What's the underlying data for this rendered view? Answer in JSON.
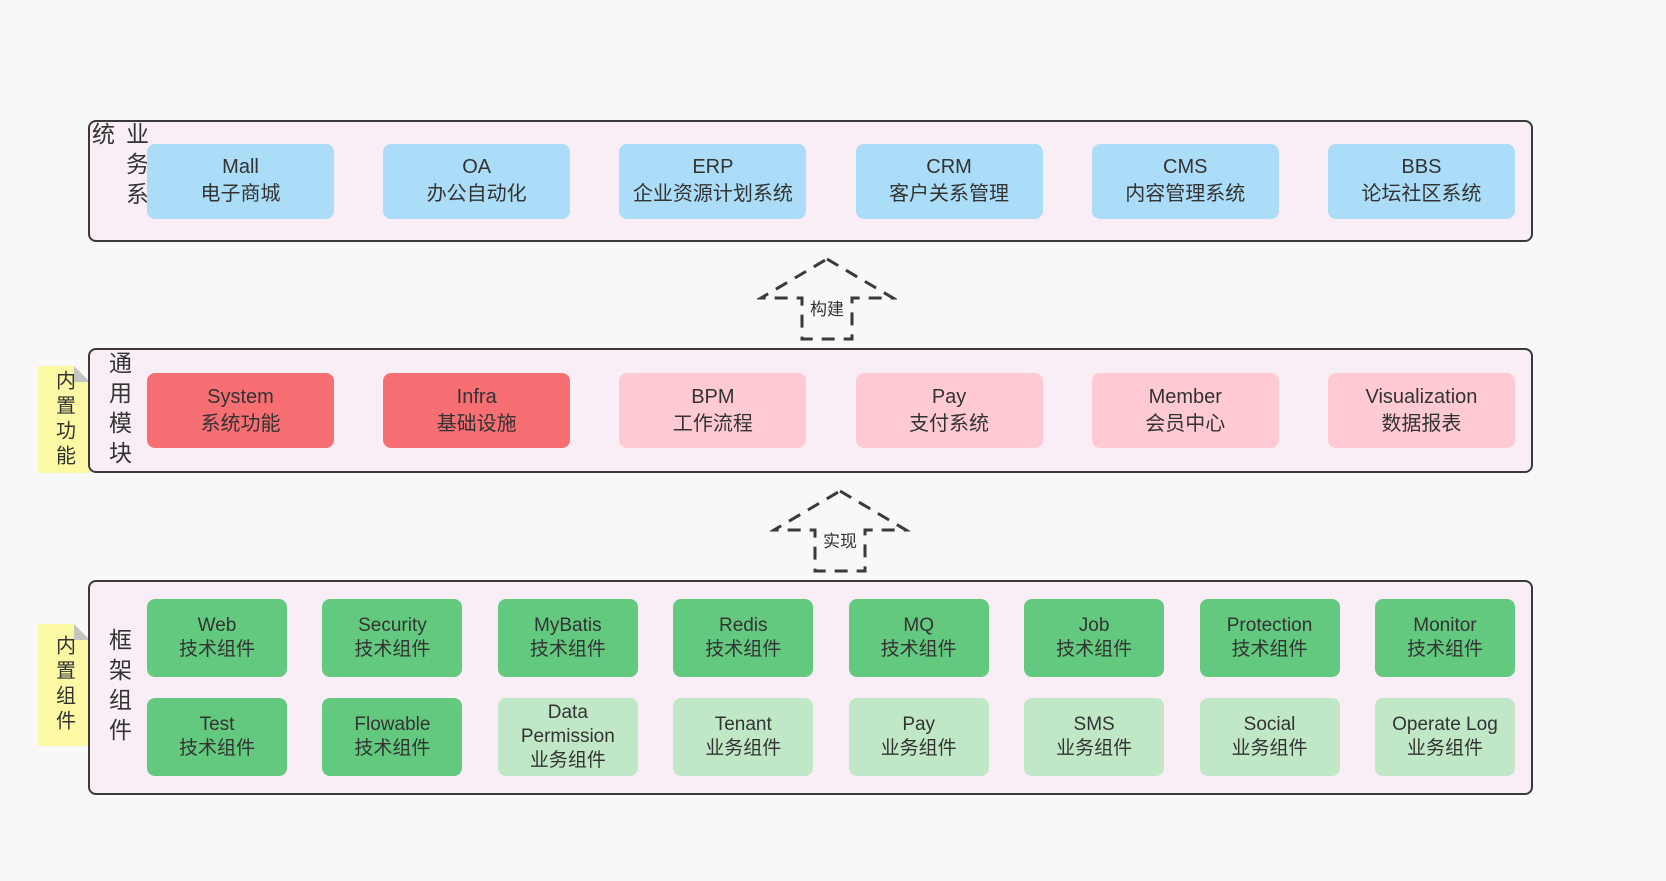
{
  "palette": {
    "canvas_bg": "#f8f8f8",
    "panel_bg": "#f9eef6",
    "panel_border": "#3a3a3a",
    "blue": "#abddf8",
    "red": "#f76e73",
    "pink": "#ffcad3",
    "green": "#63c97e",
    "light_green": "#c0e8c7",
    "sticky_yellow": "#fcf9a4",
    "sticky_fold": "#c4c4c4",
    "text": "#333333"
  },
  "arrows": [
    {
      "label": "构建"
    },
    {
      "label": "实现"
    }
  ],
  "sections": [
    {
      "side_label": "业务系统",
      "rows": [
        [
          {
            "name": "Mall",
            "sub": "电子商城",
            "color": "blue"
          },
          {
            "name": "OA",
            "sub": "办公自动化",
            "color": "blue"
          },
          {
            "name": "ERP",
            "sub": "企业资源计划系统",
            "color": "blue"
          },
          {
            "name": "CRM",
            "sub": "客户关系管理",
            "color": "blue"
          },
          {
            "name": "CMS",
            "sub": "内容管理系统",
            "color": "blue"
          },
          {
            "name": "BBS",
            "sub": "论坛社区系统",
            "color": "blue"
          }
        ]
      ]
    },
    {
      "side_label": "通用模块",
      "sticky": "内置功能",
      "rows": [
        [
          {
            "name": "System",
            "sub": "系统功能",
            "color": "red"
          },
          {
            "name": "Infra",
            "sub": "基础设施",
            "color": "red"
          },
          {
            "name": "BPM",
            "sub": "工作流程",
            "color": "pink"
          },
          {
            "name": "Pay",
            "sub": "支付系统",
            "color": "pink"
          },
          {
            "name": "Member",
            "sub": "会员中心",
            "color": "pink"
          },
          {
            "name": "Visualization",
            "sub": "数据报表",
            "color": "pink"
          }
        ]
      ]
    },
    {
      "side_label": "框架组件",
      "sticky": "内置组件",
      "rows": [
        [
          {
            "name": "Web",
            "sub": "技术组件",
            "color": "green"
          },
          {
            "name": "Security",
            "sub": "技术组件",
            "color": "green"
          },
          {
            "name": "MyBatis",
            "sub": "技术组件",
            "color": "green"
          },
          {
            "name": "Redis",
            "sub": "技术组件",
            "color": "green"
          },
          {
            "name": "MQ",
            "sub": "技术组件",
            "color": "green"
          },
          {
            "name": "Job",
            "sub": "技术组件",
            "color": "green"
          },
          {
            "name": "Protection",
            "sub": "技术组件",
            "color": "green"
          },
          {
            "name": "Monitor",
            "sub": "技术组件",
            "color": "green"
          }
        ],
        [
          {
            "name": "Test",
            "sub": "技术组件",
            "color": "green"
          },
          {
            "name": "Flowable",
            "sub": "技术组件",
            "color": "green"
          },
          {
            "name": "Data Permission",
            "sub": "业务组件",
            "color": "light_green"
          },
          {
            "name": "Tenant",
            "sub": "业务组件",
            "color": "light_green"
          },
          {
            "name": "Pay",
            "sub": "业务组件",
            "color": "light_green"
          },
          {
            "name": "SMS",
            "sub": "业务组件",
            "color": "light_green"
          },
          {
            "name": "Social",
            "sub": "业务组件",
            "color": "light_green"
          },
          {
            "name": "Operate Log",
            "sub": "业务组件",
            "color": "light_green"
          }
        ]
      ]
    }
  ]
}
